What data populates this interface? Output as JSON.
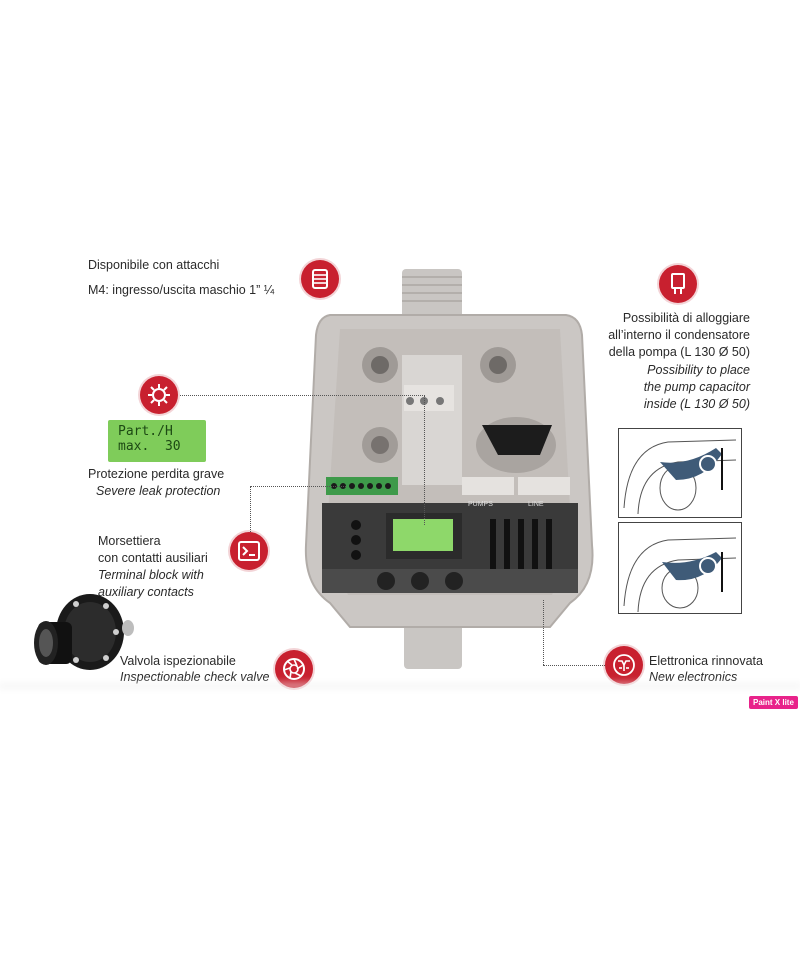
{
  "connections": {
    "line1": "Disponibile con attacchi",
    "line2": "M4: ingresso/uscita maschio 1” ¼",
    "icon": "connector-icon"
  },
  "capacitor": {
    "it1": "Possibilità di alloggiare",
    "it2": "all’interno il condensatore",
    "it3": "della pompa (L 130 Ø 50)",
    "en1": "Possibility to place",
    "en2": "the pump capacitor",
    "en3": "inside (L 130 Ø 50)",
    "icon": "capacitor-icon"
  },
  "leak": {
    "lcd_line1": "Part./H",
    "lcd_line2": "max.  30",
    "it": "Protezione perdita grave",
    "en": "Severe leak protection",
    "icon": "virus-warning-icon"
  },
  "terminal": {
    "it1": "Morsettiera",
    "it2": "con contatti ausiliari",
    "en1": "Terminal block with",
    "en2": "auxiliary contacts",
    "icon": "terminal-icon"
  },
  "valve": {
    "it": "Valvola ispezionabile",
    "en": "Inspectionable check valve",
    "icon": "aperture-icon"
  },
  "electronics": {
    "it": "Elettronica rinnovata",
    "en": "New electronics",
    "icon": "circuit-icon"
  },
  "device_labels": {
    "pumps": "PUMPS",
    "line": "LINE"
  },
  "watermark": "Paint X lite",
  "colors": {
    "accent": "#c8202f",
    "lcd": "#7fcc5a",
    "badge": "#e8238a"
  }
}
